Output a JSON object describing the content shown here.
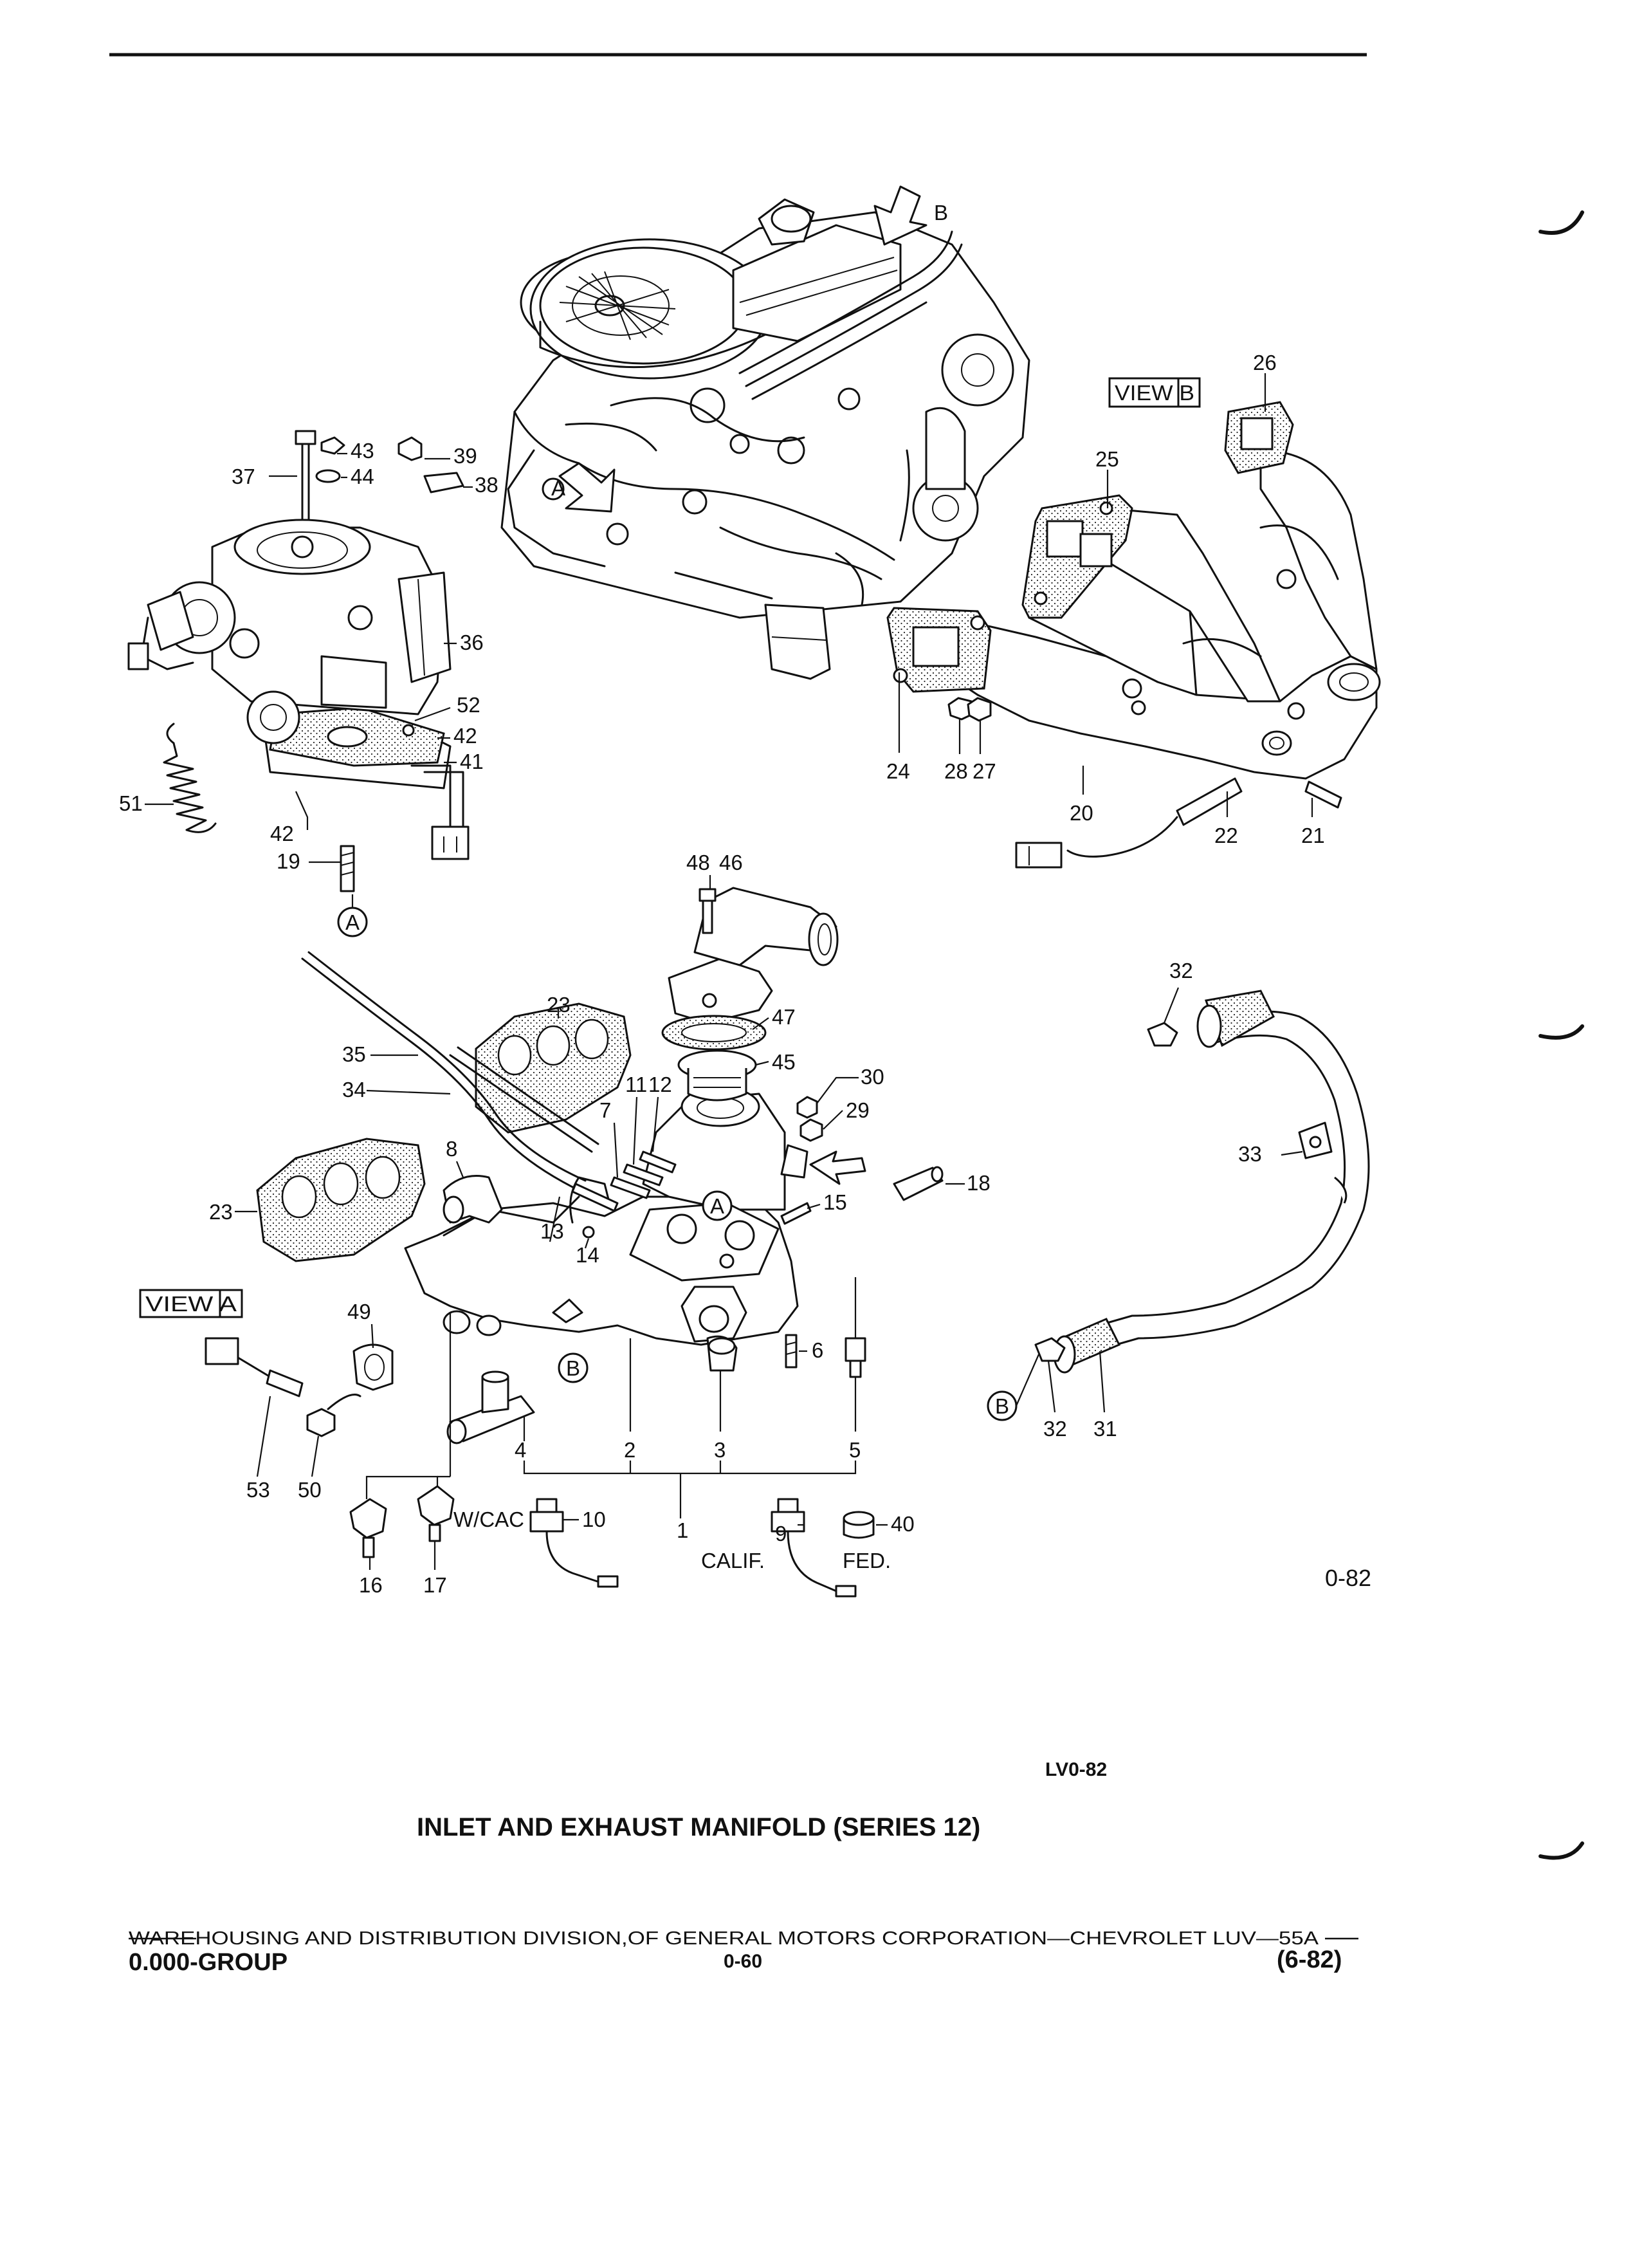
{
  "parts": {
    "p1": "1",
    "p2": "2",
    "p3": "3",
    "p4": "4",
    "p5": "5",
    "p6": "6",
    "p7": "7",
    "p8": "8",
    "p9": "9",
    "p10": "10",
    "p11": "11",
    "p12": "12",
    "p13": "13",
    "p14": "14",
    "p15": "15",
    "p16": "16",
    "p17": "17",
    "p18": "18",
    "p19": "19",
    "p20": "20",
    "p21": "21",
    "p22": "22",
    "p23a": "23",
    "p23b": "23",
    "p24": "24",
    "p25": "25",
    "p26": "26",
    "p27": "27",
    "p28": "28",
    "p29": "29",
    "p30": "30",
    "p31": "31",
    "p32a": "32",
    "p32b": "32",
    "p33": "33",
    "p34": "34",
    "p35": "35",
    "p36": "36",
    "p37": "37",
    "p38": "38",
    "p39": "39",
    "p40": "40",
    "p41": "41",
    "p42a": "42",
    "p42b": "42",
    "p43": "43",
    "p44": "44",
    "p45": "45",
    "p46": "46",
    "p47": "47",
    "p48": "48",
    "p49": "49",
    "p50": "50",
    "p51": "51",
    "p52": "52",
    "p53": "53"
  },
  "refs": {
    "a": "A",
    "b": "B"
  },
  "labels": {
    "view_a": "VIEW A",
    "view_b": "VIEW B",
    "wcac": "W/CAC",
    "calif": "CALIF.",
    "fed": "FED.",
    "fig_code": "0-82",
    "ref_code": "LV0-82"
  },
  "title": "INLET AND EXHAUST MANIFOLD (SERIES 12)",
  "footer": {
    "line": "WAREHOUSING AND DISTRIBUTION  DIVISION,OF GENERAL MOTORS CORPORATION—CHEVROLET LUV—55A",
    "group": "0.000-GROUP",
    "page": "0-60",
    "date": "(6-82)"
  }
}
